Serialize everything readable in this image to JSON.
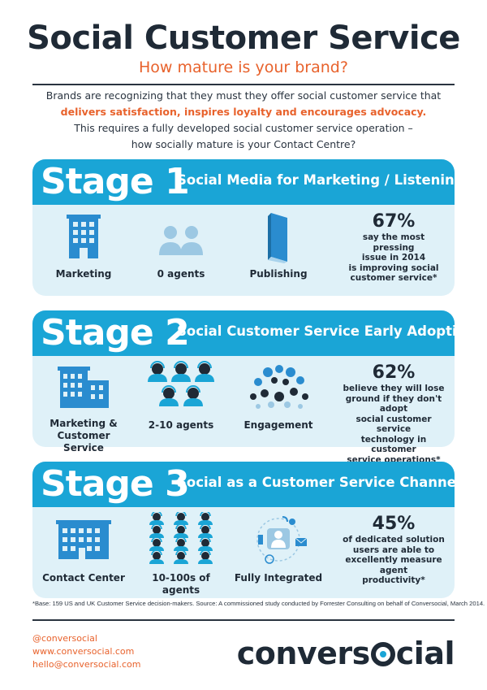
{
  "header": {
    "title": "Social Customer Service",
    "subtitle": "How mature is your brand?"
  },
  "intro": {
    "line1": "Brands are recognizing that they must they offer social customer service that",
    "highlight": "delivers satisfaction, inspires loyalty and encourages advocacy.",
    "line3": "This requires a fully developed social customer service operation –",
    "line4": "how socially mature is your Contact Centre?"
  },
  "stages": [
    {
      "number": "Stage 1",
      "title": "Social Media for Marketing / Listening",
      "columns": [
        {
          "label": "Marketing",
          "icon": "office-building-icon"
        },
        {
          "label": "0 agents",
          "icon": "faded-agents-icon"
        },
        {
          "label": "Publishing",
          "icon": "book-icon"
        }
      ],
      "stat": {
        "percent": "67%",
        "lines": [
          "say the most pressing",
          "issue in 2014",
          "is improving social",
          "customer service*"
        ]
      }
    },
    {
      "number": "Stage 2",
      "title": "Social Customer Service Early Adoption",
      "columns": [
        {
          "label_line1": "Marketing &",
          "label_line2": "Customer Service",
          "icon": "office-complex-icon"
        },
        {
          "label": "2-10 agents",
          "icon": "headset-agents-icon"
        },
        {
          "label": "Engagement",
          "icon": "social-cloud-icon"
        }
      ],
      "stat": {
        "percent": "62%",
        "lines": [
          "believe they will lose",
          "ground if they don't adopt",
          "social customer service",
          "technology in customer",
          "service operations*"
        ]
      }
    },
    {
      "number": "Stage 3",
      "title": "Social as a Customer Service Channel",
      "columns": [
        {
          "label": "Contact Center",
          "icon": "contact-center-building-icon"
        },
        {
          "label": "10-100s of agents",
          "icon": "agent-grid-icon"
        },
        {
          "label": "Fully Integrated",
          "icon": "integrated-channels-icon"
        }
      ],
      "stat": {
        "percent": "45%",
        "lines": [
          "of dedicated solution",
          "users are able to",
          "excellently measure agent",
          "productivity*"
        ]
      }
    }
  ],
  "footnote": "*Base: 159 US and UK Customer Service decision-makers. Source: A commissioned study conducted by Forrester Consulting on behalf of Conversocial, March 2014.",
  "contact": {
    "twitter": "@conversocial",
    "website": "www.conversocial.com",
    "email": "hello@conversocial.com"
  },
  "logo": {
    "before": "convers",
    "o": "o",
    "after": "cial"
  },
  "colors": {
    "brand_blue": "#1aa5d6",
    "light_blue": "#dff1f8",
    "accent_orange": "#e8622c",
    "dark": "#1f2a36",
    "icon_blue": "#2a8ccf"
  }
}
